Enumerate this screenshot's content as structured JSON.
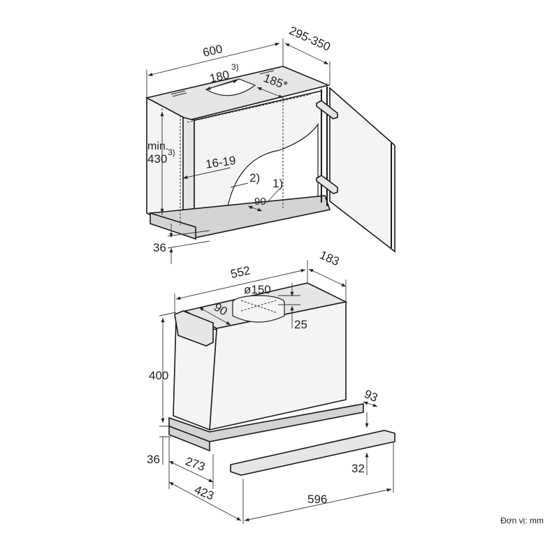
{
  "diagram": {
    "title": "Installation dimensions – cabinet and telescopic cooker hood",
    "unit_note": "Đơn vị: mm",
    "cabinet": {
      "width": "600",
      "depth": "295-350",
      "cutout_width": "180",
      "cutout_width_note": "3)",
      "cutout_depth": "185*",
      "min_height_label": "min.",
      "min_height": "430",
      "min_height_note": "3)",
      "side_thickness": "16-19",
      "callout_2": "2)",
      "callout_1": "1)",
      "shelf_offset": "90",
      "bottom_offset": "36"
    },
    "hood": {
      "width": "552",
      "depth": "183",
      "duct_diameter": "ø150",
      "duct_offset": "90",
      "duct_height": "25",
      "height": "400",
      "front_height": "36",
      "inner_depth": "273",
      "total_depth": "423",
      "extension": "93",
      "visor_height": "32",
      "visor_width": "596"
    }
  }
}
